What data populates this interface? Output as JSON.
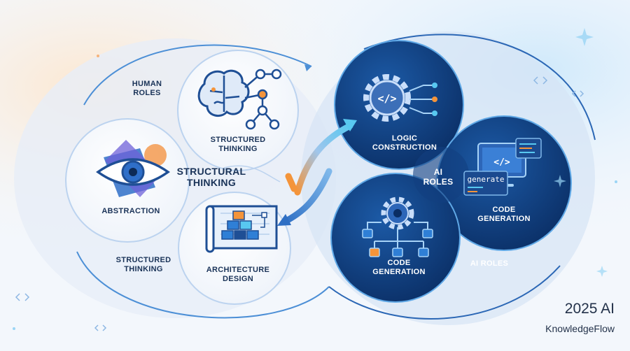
{
  "labels": {
    "human_roles": [
      "HUMAN",
      "ROLES"
    ],
    "structured_thinking_top": [
      "STRUCTURED",
      "THINKING"
    ],
    "structural_thinking": [
      "STRUCTURAL",
      "THINKING"
    ],
    "abstraction": "ABSTRACTION",
    "structured_thinking_bottom": [
      "STRUCTURED",
      "THINKING"
    ],
    "architecture_design": [
      "ARCHITECTURE",
      "DESIGN"
    ],
    "logic_construction": [
      "LOGIC",
      "CONSTRUCTION"
    ],
    "ai_roles_center": [
      "AI",
      "ROLES"
    ],
    "code_generation_right": [
      "CODE",
      "GENERATION"
    ],
    "code_generation_bottom": [
      "CODE",
      "GENERATION"
    ],
    "ai_roles_bottom": "AI ROLES",
    "monitor_code_tag": "</>",
    "monitor_generate": "generate",
    "gear_code_tag": "</>"
  },
  "brand": {
    "year": "2025 AI",
    "name": "KnowledgeFlow"
  },
  "icons": {
    "brain": "brain-network-icon",
    "eye": "eye-abstraction-icon",
    "blueprint": "architecture-blueprint-icon",
    "gear_code": "gear-code-icon",
    "monitor": "monitor-code-icon",
    "gear_network": "gear-network-icon"
  },
  "colors": {
    "dark_navy": "#0d3a78",
    "deep_navy": "#0a2d63",
    "accent_blue": "#2f7fd6",
    "accent_orange": "#f4943a",
    "accent_cyan": "#58c8f0",
    "text_dark": "#1a3358"
  }
}
